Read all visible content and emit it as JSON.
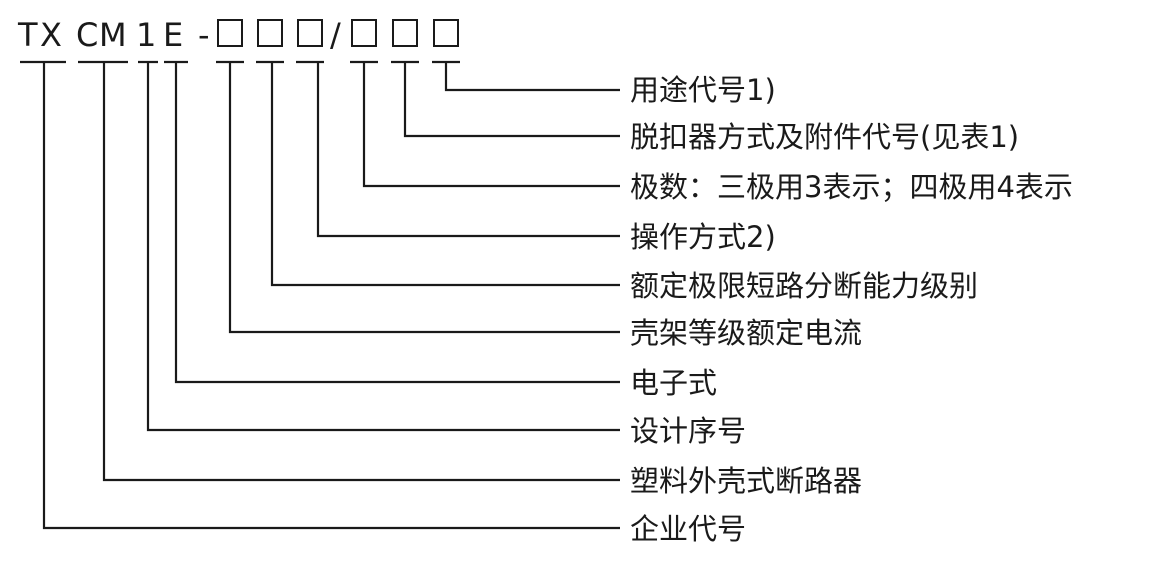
{
  "model_code": {
    "segments": [
      "T",
      "X",
      "C",
      "M",
      "1",
      "E",
      "-",
      "/"
    ]
  },
  "descriptions": [
    "用途代号1)",
    "脱扣器方式及附件代号(见表1)",
    "极数：三极用3表示；四极用4表示",
    "操作方式2)",
    "额定极限短路分断能力级别",
    "壳架等级额定电流",
    "电子式",
    "设计序号",
    "塑料外壳式断路器",
    "企业代号"
  ]
}
